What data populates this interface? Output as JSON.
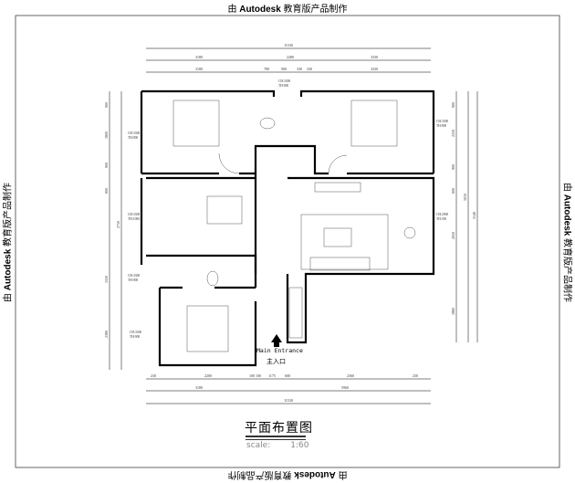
{
  "watermark": {
    "prefix": "由 ",
    "brand": "Autodesk",
    "suffix": " 教育版产品制作"
  },
  "title": "平面布置图",
  "scale": {
    "label": "scale:",
    "value": "1:60"
  },
  "entrance": {
    "en": "Main Entrance",
    "cn": "主入口"
  },
  "dimensions": {
    "top_total": "11530",
    "top_row2": [
      "3180",
      "2280",
      "3330"
    ],
    "top_row3": [
      "3180",
      "780",
      "900",
      "330",
      "330",
      "3330"
    ],
    "bottom_row1": [
      "230",
      "2200",
      "100",
      "100",
      "1175",
      "600",
      "2360",
      "230"
    ],
    "bottom_row2": [
      "3180",
      "5960"
    ],
    "bottom_total": "11530",
    "left": [
      "900",
      "1800",
      "900",
      "600",
      "2750",
      "1550",
      "2380"
    ],
    "right": [
      "900",
      "2250",
      "900",
      "600",
      "2050",
      "1860",
      "5010",
      "5140"
    ]
  },
  "room_labels": [
    {
      "ch": "CH:3300",
      "th": "TH:900"
    },
    {
      "ch": "CH:3300",
      "th": "TH:900"
    },
    {
      "ch": "CH:3300",
      "th": "TH:900"
    },
    {
      "ch": "CH:3300",
      "th": "TH:1000"
    },
    {
      "ch": "CH:3300",
      "th": "TH:900"
    },
    {
      "ch": "CH:3300",
      "th": "TH:900"
    },
    {
      "ch": "CH:2900",
      "th": "TH:350"
    }
  ]
}
